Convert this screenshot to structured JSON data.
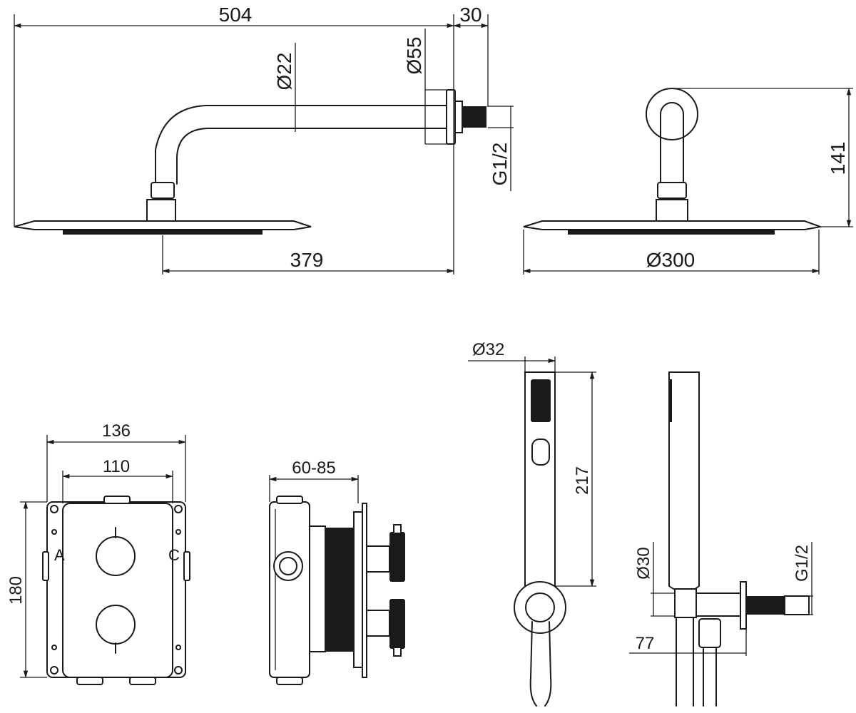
{
  "dimensions": {
    "arm_length": "504",
    "thread_length": "30",
    "arm_diameter": "Ø22",
    "flange_diameter": "Ø55",
    "thread_spec": "G1/2",
    "head_offset": "379",
    "head_height": "141",
    "head_diameter": "Ø300",
    "valve_outer_width": "136",
    "valve_plate_width": "110",
    "valve_height": "180",
    "valve_depth": "60-85",
    "handshower_diameter": "Ø32",
    "handshower_length": "217",
    "outlet_diameter": "Ø30",
    "outlet_thread": "G1/2",
    "outlet_projection": "77"
  },
  "valve_labels": {
    "left": "A",
    "right": "C"
  }
}
